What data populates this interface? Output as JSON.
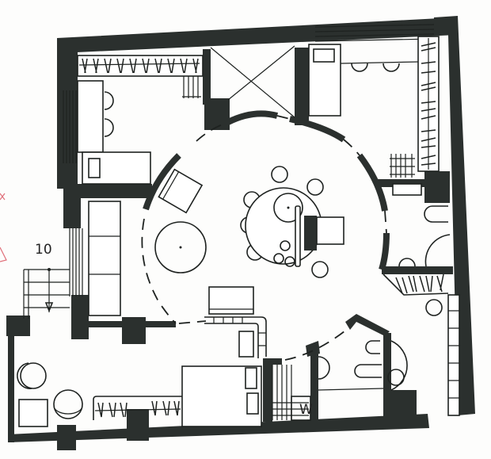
{
  "drawing": {
    "type": "architectural floor plan sketch",
    "colors": {
      "paper": "#fdfdfc",
      "wall": "#2b302e",
      "line": "#1e2220",
      "margin_mark": "#e0707a"
    },
    "annotations": {
      "stair_label": "10",
      "laundry_mark": "W"
    },
    "rooms": [
      {
        "id": "bedroom-northwest",
        "furniture": [
          "wardrobe",
          "desk",
          "chairs",
          "single-bed",
          "radiator"
        ]
      },
      {
        "id": "elevator-shaft",
        "furniture": [
          "shaft-x"
        ]
      },
      {
        "id": "bedroom-northeast",
        "furniture": [
          "single-bed",
          "desk",
          "chairs",
          "wardrobe",
          "shelving",
          "radiator"
        ]
      },
      {
        "id": "central-round-hall",
        "furniture": [
          "round-dining-table",
          "chairs",
          "kitchen-island",
          "coffee-table",
          "armchair"
        ]
      },
      {
        "id": "living-west",
        "furniture": [
          "sofa",
          "radiator"
        ]
      },
      {
        "id": "bathroom-east",
        "furniture": [
          "sink",
          "bathtub",
          "toilet",
          "shower"
        ]
      },
      {
        "id": "corridor-east",
        "furniture": [
          "wardrobe",
          "shelving",
          "round-table"
        ]
      },
      {
        "id": "bedroom-south",
        "furniture": [
          "double-bed",
          "nightstands",
          "wardrobe",
          "tv-unit",
          "round-chair",
          "armchair",
          "side-table"
        ]
      },
      {
        "id": "laundry",
        "furniture": [
          "shelving",
          "washing-machine"
        ]
      },
      {
        "id": "bathroom-southeast",
        "furniture": [
          "toilet",
          "sink",
          "bathtub",
          "shower"
        ]
      },
      {
        "id": "entrance-stairs",
        "furniture": [
          "staircase"
        ]
      }
    ]
  }
}
